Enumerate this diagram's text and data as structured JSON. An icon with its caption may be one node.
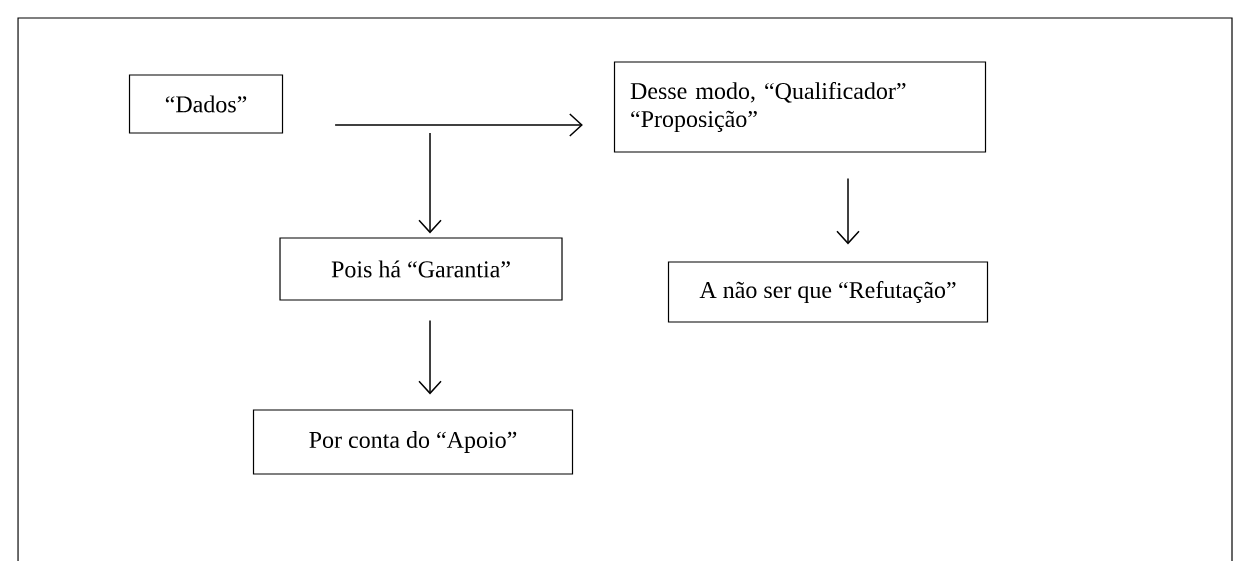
{
  "diagram": {
    "nodes": [
      {
        "text": [
          "“Dados”"
        ]
      },
      {
        "text": [
          "Desse modo, “Qualificador” “Proposição”"
        ]
      },
      {
        "text": [
          "Pois há “Garantia”"
        ]
      },
      {
        "text": [
          "Por conta do “Apoio”"
        ]
      },
      {
        "text": [
          "A não ser que “Refutação”"
        ]
      }
    ],
    "edges": [
      {
        "from": 0,
        "to": 1,
        "arrow": "to"
      },
      {
        "from": null,
        "to": 2,
        "arrow": "to"
      },
      {
        "from": 2,
        "to": 3,
        "arrow": "to"
      },
      {
        "from": 1,
        "to": 4,
        "arrow": "to"
      }
    ]
  }
}
